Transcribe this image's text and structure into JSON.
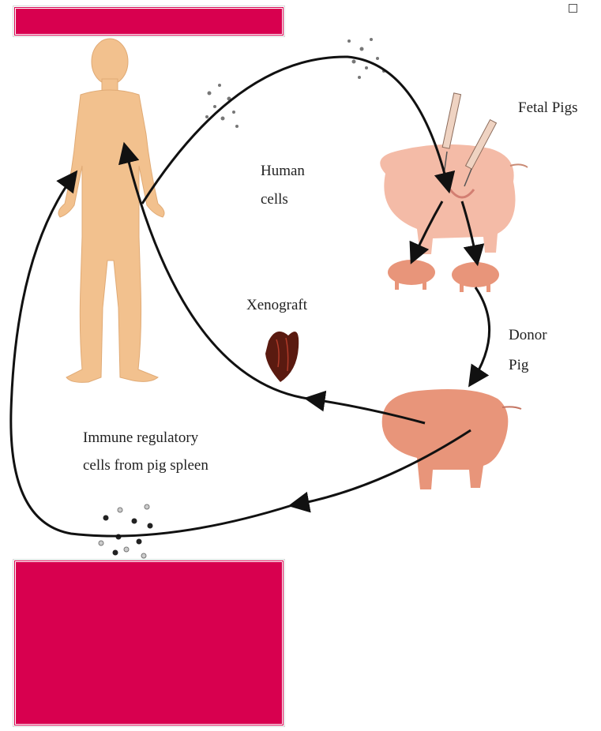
{
  "colors": {
    "redaction": "#d8004f",
    "human_figure": "#f2c18e",
    "pig_adult": "#e8957a",
    "pig_fetal": "#f4bba7",
    "arrow": "#111111",
    "heart": "#5a1a10"
  },
  "labels": {
    "fetal_pigs": "Fetal Pigs",
    "human_cells_line1": "Human",
    "human_cells_line2": "cells",
    "xenograft": "Xenograft",
    "donor_pig_line1": "Donor",
    "donor_pig_line2": "Pig",
    "immune_line1": "Immune regulatory",
    "immune_line2": "cells from pig spleen"
  },
  "icons": {
    "human": "human-silhouette-icon",
    "pregnant_pig": "pig-icon",
    "syringe": "syringe-icon",
    "heart": "heart-icon",
    "cells": "cell-cluster-icon"
  }
}
